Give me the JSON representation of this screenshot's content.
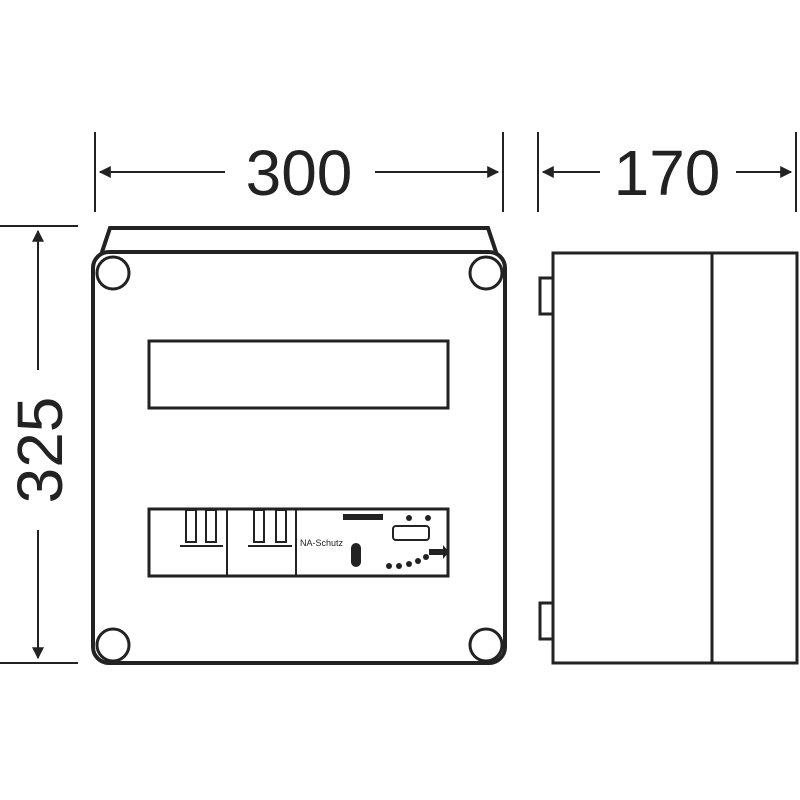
{
  "dimensions": {
    "width": "300",
    "depth": "170",
    "height": "325"
  },
  "module_label": "NA-Schutz",
  "colors": {
    "line": "#222222",
    "background": "#ffffff"
  }
}
